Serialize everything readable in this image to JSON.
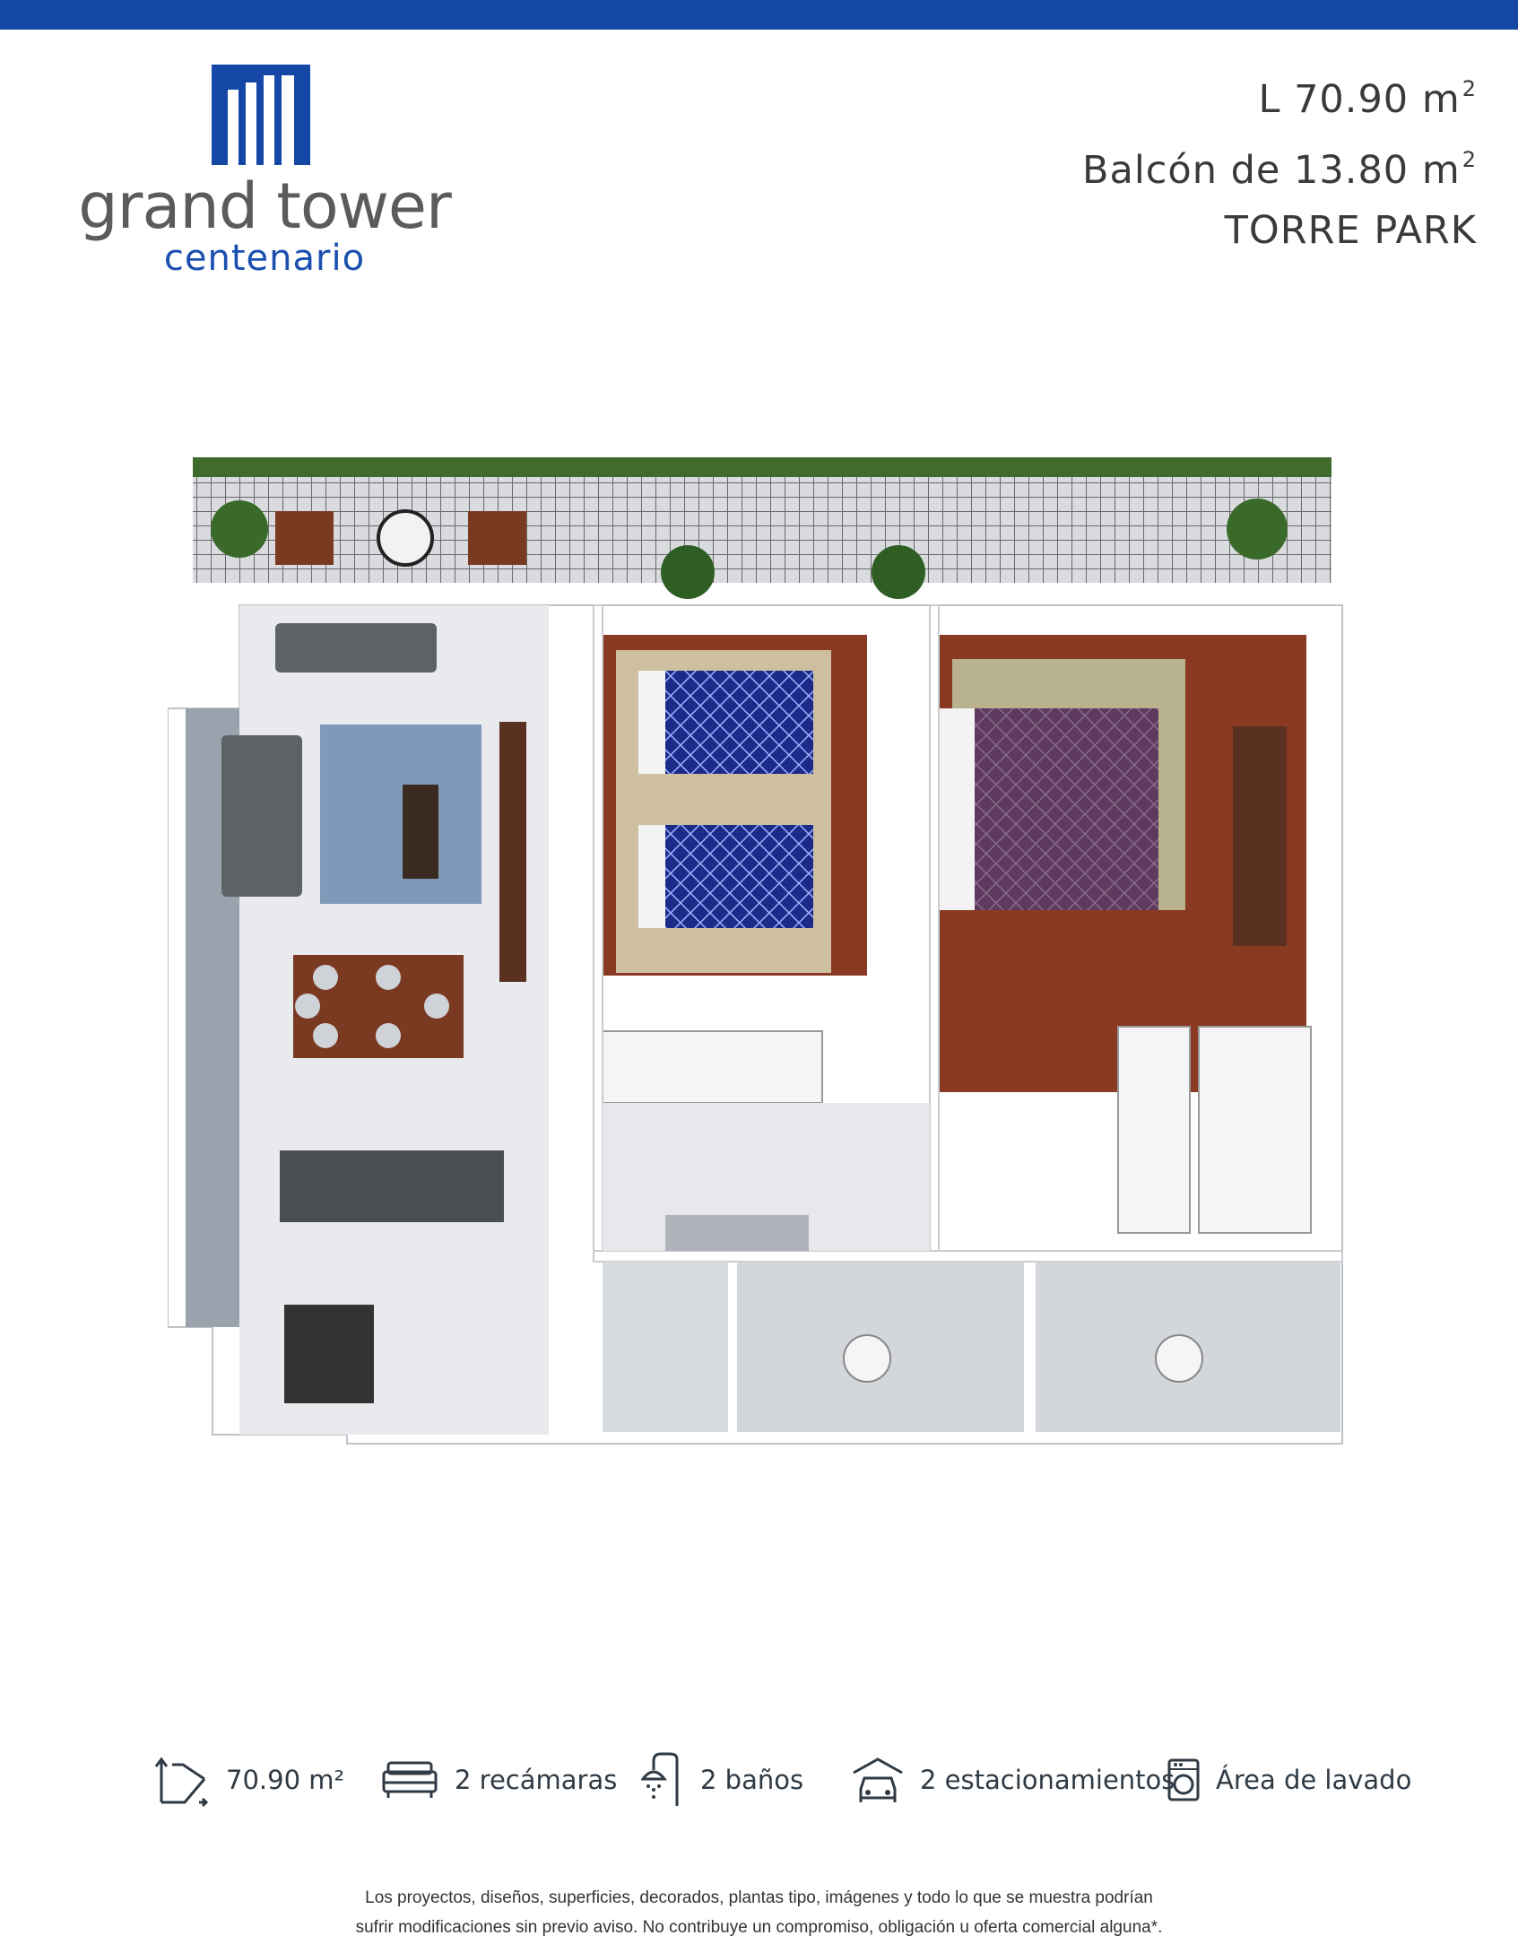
{
  "brand": {
    "name": "grand tower",
    "subname": "centenario",
    "color_primary": "#1447a6",
    "color_text": "#5b5b5b"
  },
  "specs": {
    "line1_prefix": "L 70.90 m",
    "line2_prefix": "Balcón de 13.80 m",
    "superscript": "2",
    "tower": "TORRE PARK"
  },
  "floorplan": {
    "description_visible": false,
    "colors": {
      "wood_floor": "#8a3a22",
      "bedspread_blue": "#1c2a8a",
      "bedspread_purple": "#5d3a5e",
      "tile": "#e8eaee",
      "counter": "#4a4d52"
    }
  },
  "features": [
    {
      "icon": "area-icon",
      "label": "70.90 m²"
    },
    {
      "icon": "bed-icon",
      "label": "2 recámaras"
    },
    {
      "icon": "shower-icon",
      "label": "2 baños"
    },
    {
      "icon": "parking-icon",
      "label": "2 estacionamientos"
    },
    {
      "icon": "washer-icon",
      "label": "Área de lavado"
    }
  ],
  "disclaimer": {
    "line1": "Los proyectos, diseños, superficies, decorados, plantas tipo, imágenes y todo lo que se muestra podrían",
    "line2": "sufrir modificaciones sin previo aviso.  No contribuye un compromiso, obligación u oferta comercial alguna*."
  }
}
